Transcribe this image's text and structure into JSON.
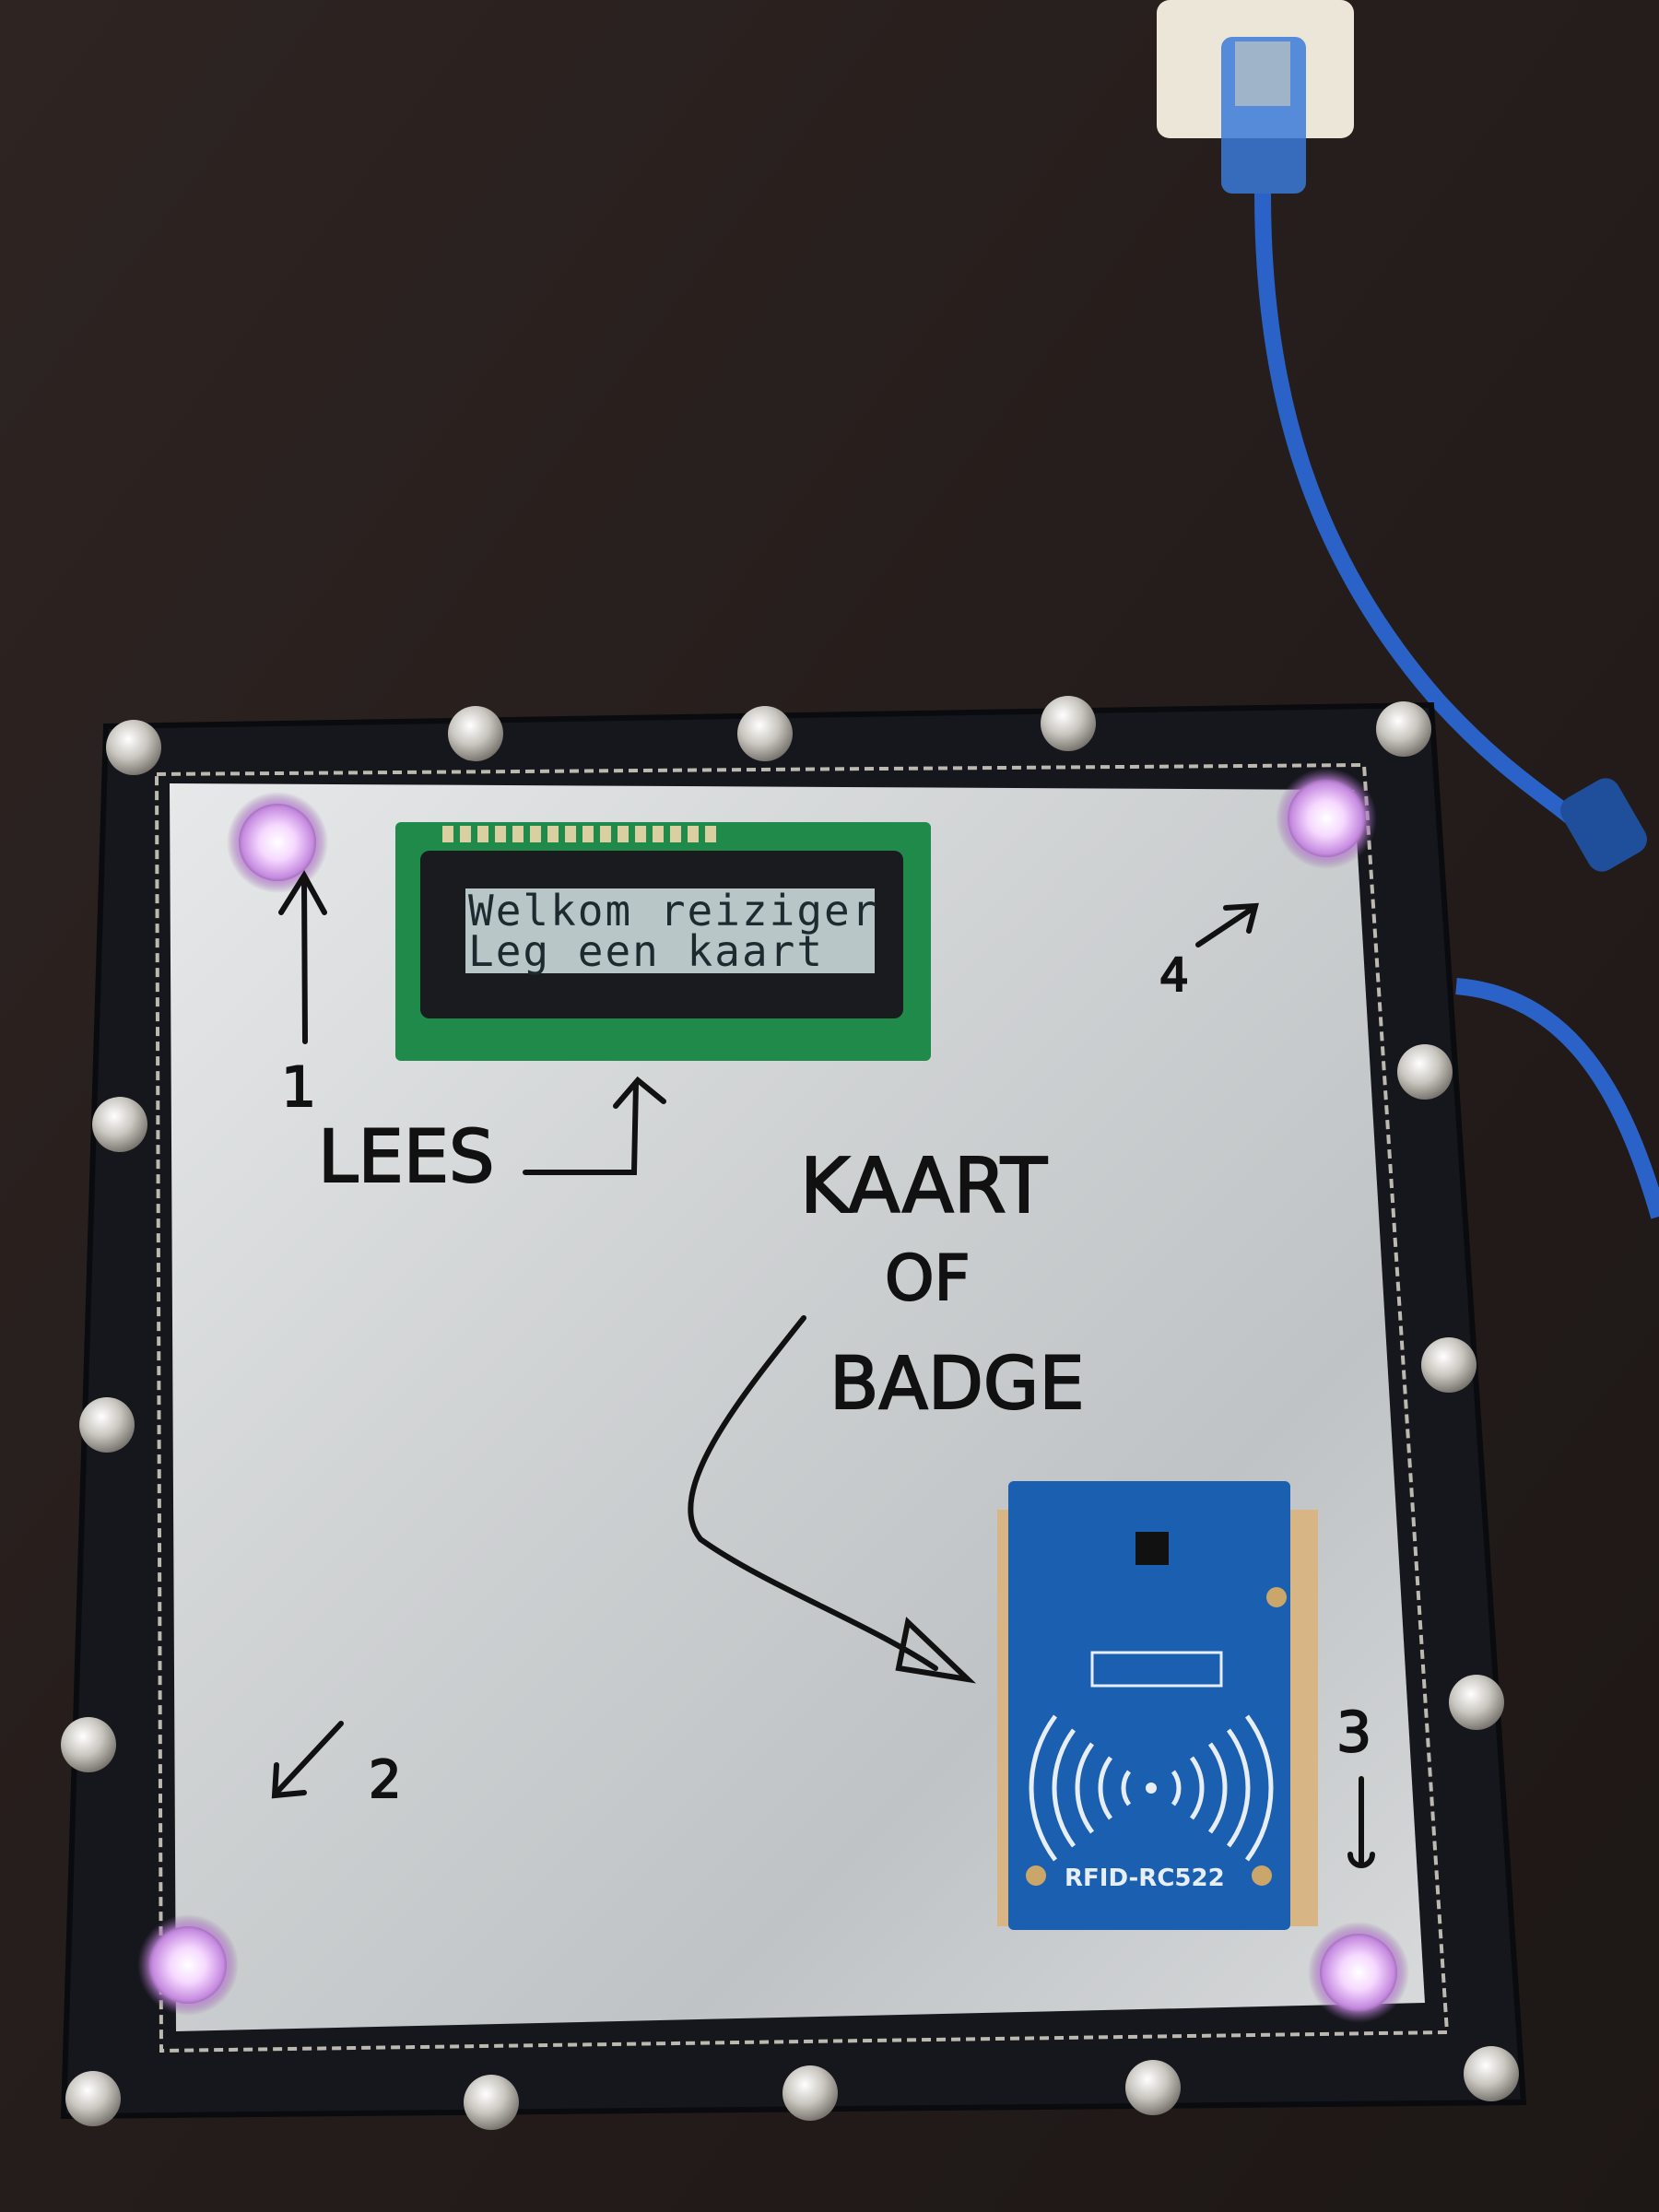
{
  "photo": {
    "lcd": {
      "line1": "Welkom reiziger",
      "line2": "Leg een kaart"
    },
    "handwriting": {
      "label_1": "1",
      "lees": "LEES",
      "kaart": "KAART",
      "of": "OF",
      "badge": "BADGE",
      "label_2": "2",
      "label_3": "3",
      "label_4": "4"
    },
    "rfid_module": {
      "label": "RFID-RC522"
    },
    "colors": {
      "table": "#241c1a",
      "leather": "#15171c",
      "aluminum": "#c9cccd",
      "lcd_pcb": "#1f8a4a",
      "lcd_glass": "#b9c6c8",
      "rfid_pcb": "#1b5fb0",
      "led_glow": "#f2c8ff",
      "usb_cable": "#2a62c8"
    }
  }
}
